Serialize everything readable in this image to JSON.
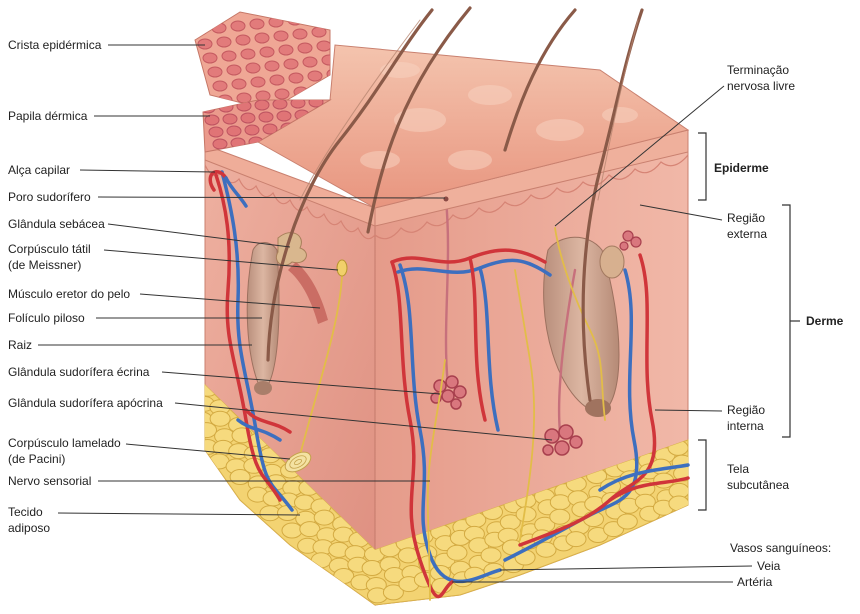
{
  "labels": {
    "crista": "Crista epidérmica",
    "papila": "Papila dérmica",
    "alca_capilar": "Alça capilar",
    "poro_sudorifero": "Poro sudorífero",
    "glandula_sebacea": "Glândula sebácea",
    "corpusculo_tatil": [
      "Corpúsculo tátil",
      "(de Meissner)"
    ],
    "musculo_eretor": "Músculo eretor do pelo",
    "foliculo_piloso": "Folículo piloso",
    "raiz": "Raiz",
    "glandula_ecrina": "Glândula sudorífera écrina",
    "glandula_apocrina": "Glândula sudorífera apócrina",
    "corpusculo_lamelado": [
      "Corpúsculo lamelado",
      "(de Pacini)"
    ],
    "nervo_sensorial": "Nervo sensorial",
    "tecido_adiposo": [
      "Tecido",
      "adiposo"
    ],
    "terminacao_nervosa": [
      "Terminação",
      "nervosa livre"
    ],
    "regiao_externa": [
      "Região",
      "externa"
    ],
    "regiao_interna": [
      "Região",
      "interna"
    ],
    "vasos_sanguineos": "Vasos sanguíneos:",
    "veia": "Veia",
    "arteria": "Artéria"
  },
  "layers": {
    "epiderme": "Epiderme",
    "derme": "Derme",
    "tela_subcutanea": [
      "Tela",
      "subcutânea"
    ]
  },
  "colors": {
    "artery": "#d0353a",
    "vein": "#3d6fbf",
    "nerve": "#e2bd48",
    "fat": "#f6da7e",
    "epidermis": "#eea591",
    "dermis": "#e6a090"
  }
}
